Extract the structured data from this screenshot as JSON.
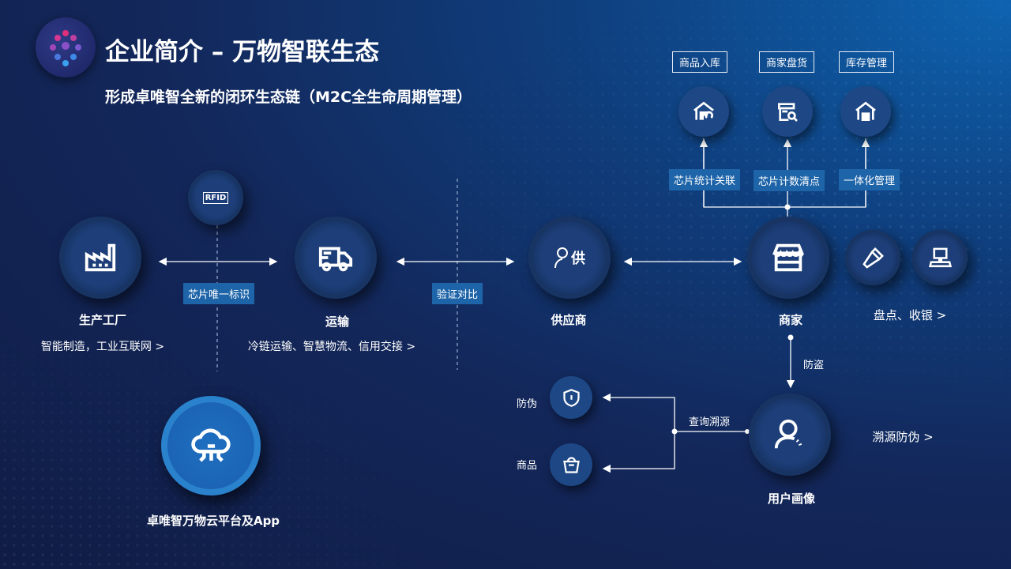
{
  "header": {
    "title": "企业简介 – 万物智联生态",
    "subtitle": "形成卓唯智全新的闭环生态链（M2C全生命周期管理）"
  },
  "nodes": {
    "factory": {
      "label": "生产工厂",
      "desc": "智能制造，工业互联网 >"
    },
    "transport": {
      "label": "运输",
      "desc": "冷链运输、智慧物流、信用交接 >"
    },
    "supplier": {
      "label": "供应商",
      "icon_text": "供"
    },
    "merchant": {
      "label": "商家",
      "desc": "盘点、收银 >"
    },
    "user": {
      "label": "用户画像",
      "desc": "溯源防伪 >"
    },
    "cloud": {
      "label": "卓唯智万物云平台及App"
    },
    "rfid": {
      "icon_text": "RFID"
    }
  },
  "tags": {
    "chip_id": "芯片唯一标识",
    "verify": "验证对比",
    "chip_stats": "芯片统计关联",
    "chip_count": "芯片计数清点",
    "integrated": "一体化管理"
  },
  "boxes": {
    "inbound": "商品入库",
    "inventory_check": "商家盘货",
    "stock": "库存管理"
  },
  "annotations": {
    "anti_theft": "防盗",
    "trace_query": "查询溯源",
    "anti_fake": "防伪",
    "goods": "商品"
  }
}
